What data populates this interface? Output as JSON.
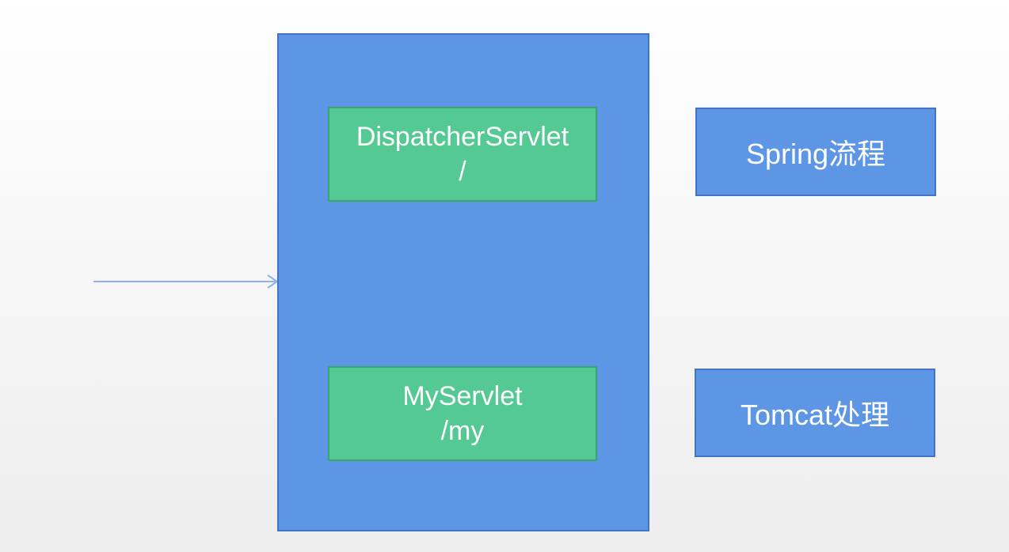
{
  "container": {
    "dispatcher": {
      "name": "DispatcherServlet",
      "path": "/"
    },
    "my_servlet": {
      "name": "MyServlet",
      "path": "/my"
    }
  },
  "side_labels": {
    "spring": "Spring流程",
    "tomcat": "Tomcat处理"
  },
  "colors": {
    "container_fill": "#5e96e6",
    "container_border": "#4472c4",
    "servlet_fill": "#55c993",
    "servlet_border": "#3aa56f",
    "arrow": "#8fb2ee",
    "text": "#ffffff"
  }
}
